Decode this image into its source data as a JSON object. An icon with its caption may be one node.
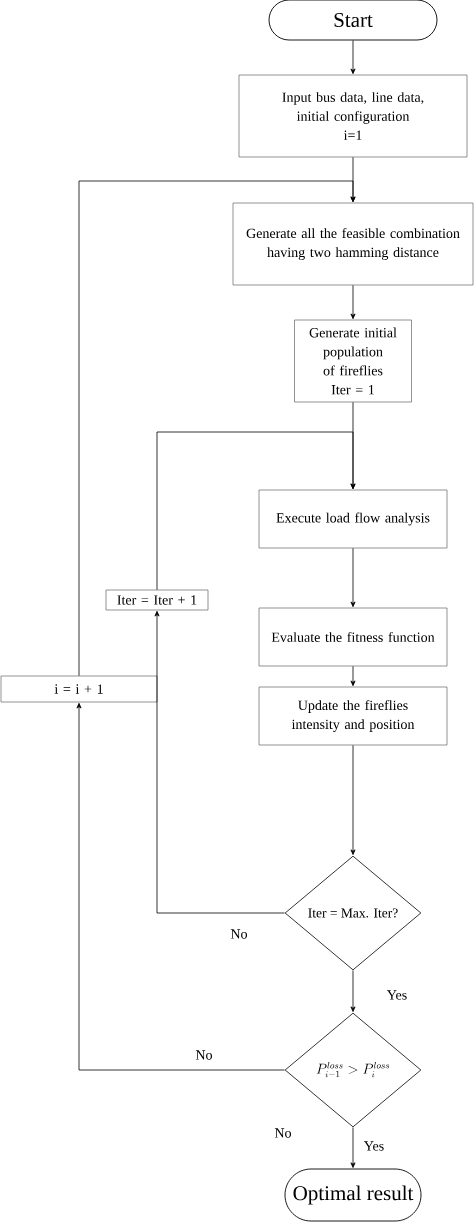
{
  "diagram": {
    "nodes": [
      {
        "text": [
          "Start"
        ]
      },
      {
        "text": [
          "Input bus data, line data, initial configuration",
          "i=1"
        ]
      },
      {
        "text": [
          "Generate all the feasible combination having two hamming distance"
        ]
      },
      {
        "text": [
          "Generate initial population of fireflies",
          "Iter = 1"
        ]
      },
      {
        "text": [
          "Execute load flow analysis"
        ]
      },
      {
        "text": [
          "Evaluate the fitness function"
        ]
      },
      {
        "text": [
          "Update the fireflies intensity and position"
        ]
      },
      {
        "text": [
          "Iter = Max. Iter?"
        ]
      },
      {
        "text": [
          "P_{i-1}^{loss} > P_{i}^{loss}"
        ]
      },
      {
        "text": [
          "Optimal result"
        ]
      },
      {
        "text": [
          "Iter = Iter + 1"
        ]
      },
      {
        "text": [
          "i = i + 1"
        ]
      }
    ],
    "edges": [
      {
        "from": 0,
        "to": 1,
        "arrow": "to"
      },
      {
        "from": 1,
        "to": 2,
        "arrow": "to"
      },
      {
        "from": 2,
        "to": 3,
        "arrow": "to"
      },
      {
        "from": 3,
        "to": 4,
        "arrow": "to"
      },
      {
        "from": 4,
        "to": 5,
        "arrow": "to"
      },
      {
        "from": 5,
        "to": 6,
        "arrow": "to"
      },
      {
        "from": 6,
        "to": 7,
        "arrow": "to"
      },
      {
        "from": 7,
        "to": 8,
        "arrow": "to",
        "label": "Yes"
      },
      {
        "from": 8,
        "to": 9,
        "arrow": "to",
        "label": "Yes"
      },
      {
        "from": 7,
        "to": 10,
        "arrow": "to",
        "label": "No"
      },
      {
        "from": 10,
        "to": 4,
        "arrow": "to"
      },
      {
        "from": 8,
        "to": 11,
        "arrow": "to",
        "label": "No"
      },
      {
        "from": 11,
        "to": 2,
        "arrow": "to"
      }
    ],
    "labels": [
      "No"
    ]
  }
}
